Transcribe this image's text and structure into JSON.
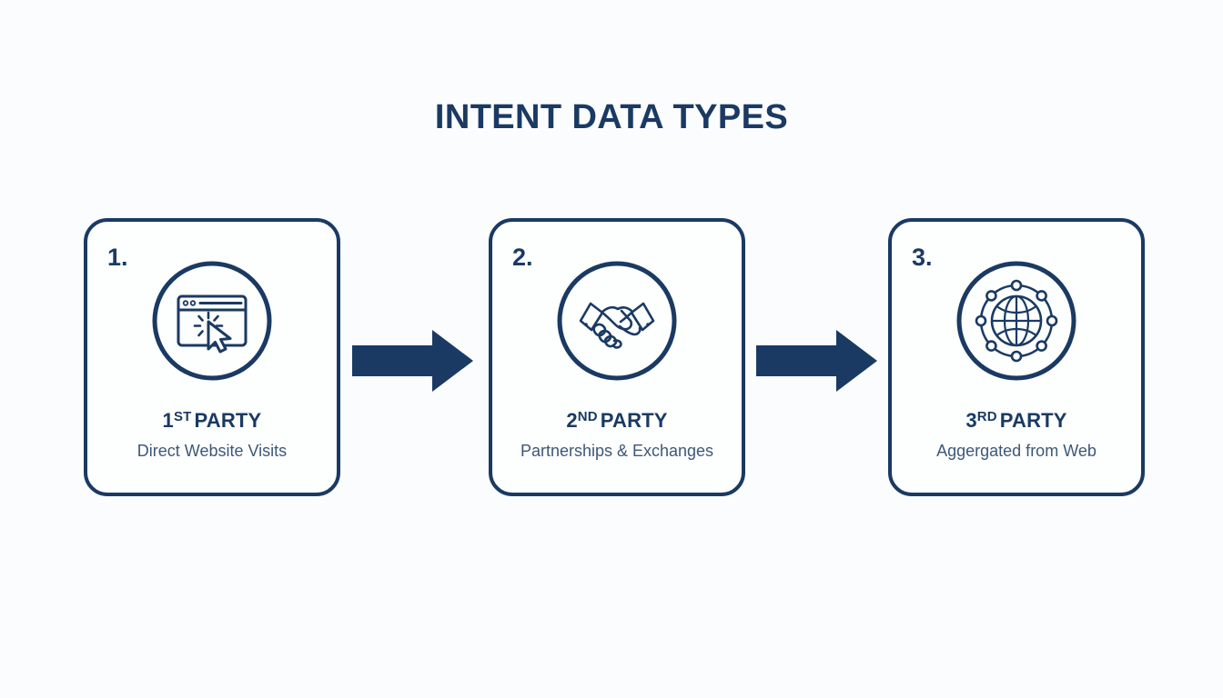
{
  "page": {
    "title": "INTENT DATA TYPES",
    "background_color": "#fbfcfd",
    "accent_color": "#1a3a63",
    "subtitle_color": "#3d5877"
  },
  "diagram": {
    "type": "three-step-process",
    "flow_direction": "left-to-right",
    "connector_icon": "right-arrow-icon",
    "steps": [
      {
        "number": "1.",
        "icon": "browser-click-icon",
        "ordinal_figure": "1",
        "ordinal_suffix": "ST",
        "ordinal_word": "PARTY",
        "heading_full": "1ST PARTY",
        "description": "Direct Website Visits"
      },
      {
        "number": "2.",
        "icon": "handshake-icon",
        "ordinal_figure": "2",
        "ordinal_suffix": "ND",
        "ordinal_word": "PARTY",
        "heading_full": "2ND PARTY",
        "description": "Partnerships & Exchanges"
      },
      {
        "number": "3.",
        "icon": "globe-network-icon",
        "ordinal_figure": "3",
        "ordinal_suffix": "RD",
        "ordinal_word": "PARTY",
        "heading_full": "3RD PARTY",
        "description": "Aggergated from Web"
      }
    ]
  }
}
